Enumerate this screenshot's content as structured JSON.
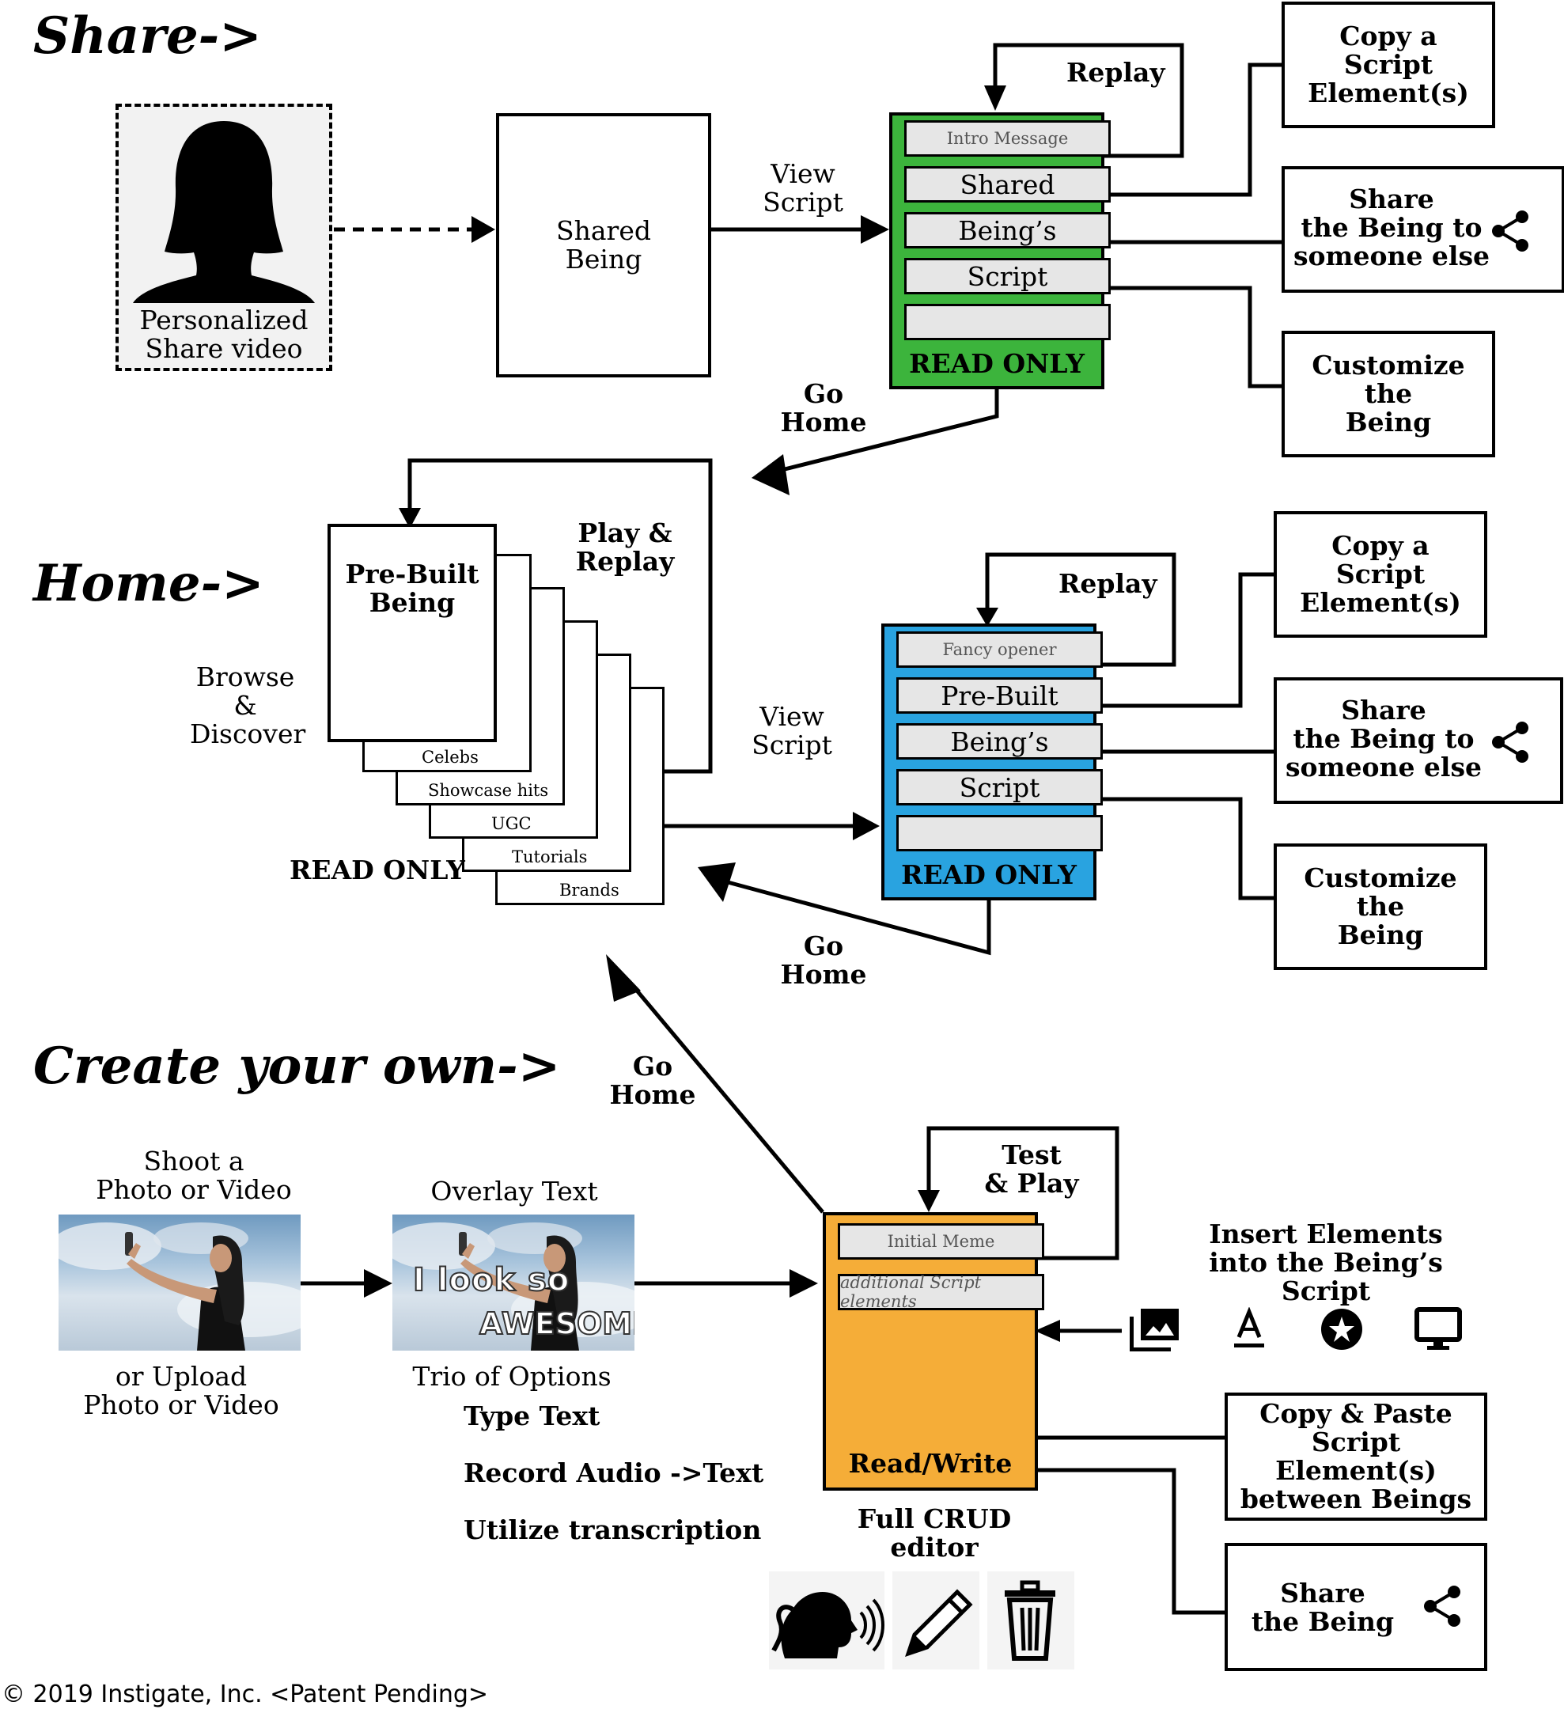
{
  "sections": {
    "share_title": "Share->",
    "home_title": "Home->",
    "create_title": "Create your own->"
  },
  "share": {
    "personalized_label": "Personalized\nShare video",
    "shared_being_label": "Shared\nBeing",
    "view_script": "View\nScript",
    "replay": "Replay",
    "slots": [
      "Intro Message",
      "Shared",
      "Being’s",
      "Script",
      ""
    ],
    "read_only": "READ ONLY",
    "phone_color": "#3cb43c",
    "go_home": "Go\nHome",
    "actions": {
      "copy": "Copy a\nScript\nElement(s)",
      "share": "Share\nthe Being to\nsomeone else",
      "customize": "Customize\nthe\nBeing"
    }
  },
  "home": {
    "browse": "Browse\n&\nDiscover",
    "prebuilt": "Pre-Built\nBeing",
    "play_replay": "Play &\nReplay",
    "categories": [
      "Celebs",
      "Showcase hits",
      "UGC",
      "Tutorials",
      "Brands"
    ],
    "read_only_left": "READ ONLY",
    "view_script": "View\nScript",
    "replay": "Replay",
    "slots": [
      "Fancy opener",
      "Pre-Built",
      "Being’s",
      "Script",
      ""
    ],
    "read_only": "READ ONLY",
    "phone_color": "#29a3e0",
    "go_home": "Go\nHome",
    "actions": {
      "copy": "Copy a\nScript\nElement(s)",
      "share": "Share\nthe Being to\nsomeone else",
      "customize": "Customize\nthe\nBeing"
    }
  },
  "create": {
    "go_home": "Go\nHome",
    "shoot": "Shoot a\nPhoto or Video",
    "upload": "or Upload\nPhoto or Video",
    "overlay": "Overlay Text",
    "overlay_line1": "I look so",
    "overlay_line2": "AWESOME",
    "trio": "Trio of Options",
    "options": [
      "Type Text",
      "Record Audio ->Text",
      "Utilize transcription"
    ],
    "test_play": "Test\n& Play",
    "slots": [
      "Initial Meme",
      "additional Script elements"
    ],
    "read_write": "Read/Write",
    "phone_color": "#f5ad38",
    "crud": "Full CRUD\neditor",
    "insert": "Insert Elements\ninto the Being’s Script",
    "insert_icons": [
      "photo-library-icon",
      "text-format-icon",
      "star-badge-icon",
      "monitor-icon"
    ],
    "crud_icons": [
      "speaking-head-icon",
      "pencil-icon",
      "trash-icon"
    ],
    "actions": {
      "copy_paste": "Copy & Paste\nScript Element(s)\nbetween Beings",
      "share": "Share\nthe Being"
    }
  },
  "footer": "© 2019 Instigate, Inc. <Patent Pending>"
}
